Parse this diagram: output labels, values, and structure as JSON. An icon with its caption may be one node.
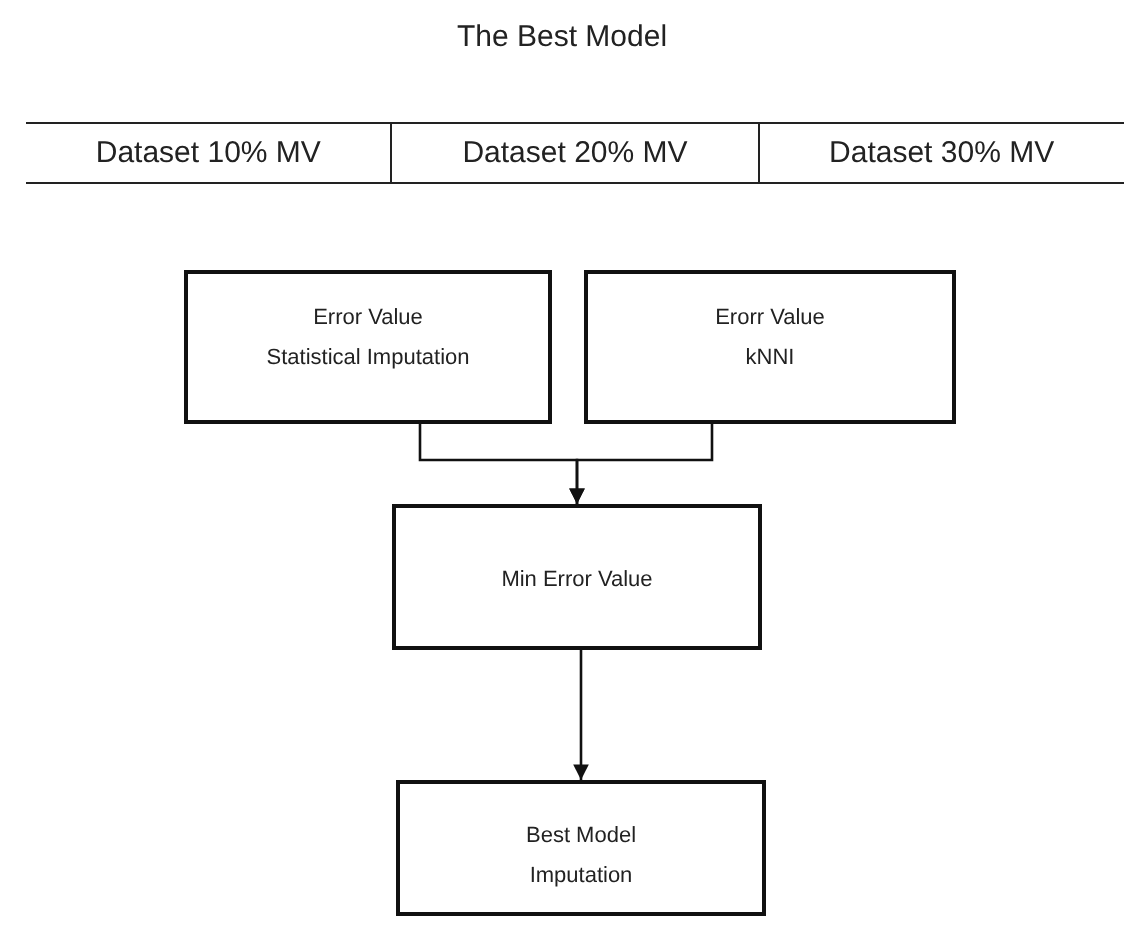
{
  "diagram": {
    "title": "The Best Model",
    "nodes": [
      {
        "text": [
          "Error Value",
          "Statistical Imputation"
        ]
      },
      {
        "text": [
          "Erorr Value",
          "kNNI"
        ]
      },
      {
        "text": [
          "Min Error Value"
        ]
      },
      {
        "text": [
          "Best Model",
          "Imputation"
        ]
      }
    ],
    "edges": [
      {
        "from": 0,
        "to": 2,
        "arrow": "to"
      },
      {
        "from": 1,
        "to": 2,
        "arrow": "to"
      },
      {
        "from": 2,
        "to": 3,
        "arrow": "to"
      }
    ],
    "labels": [
      "Dataset 10% MV",
      "Dataset 20% MV",
      "Dataset 30% MV"
    ]
  }
}
